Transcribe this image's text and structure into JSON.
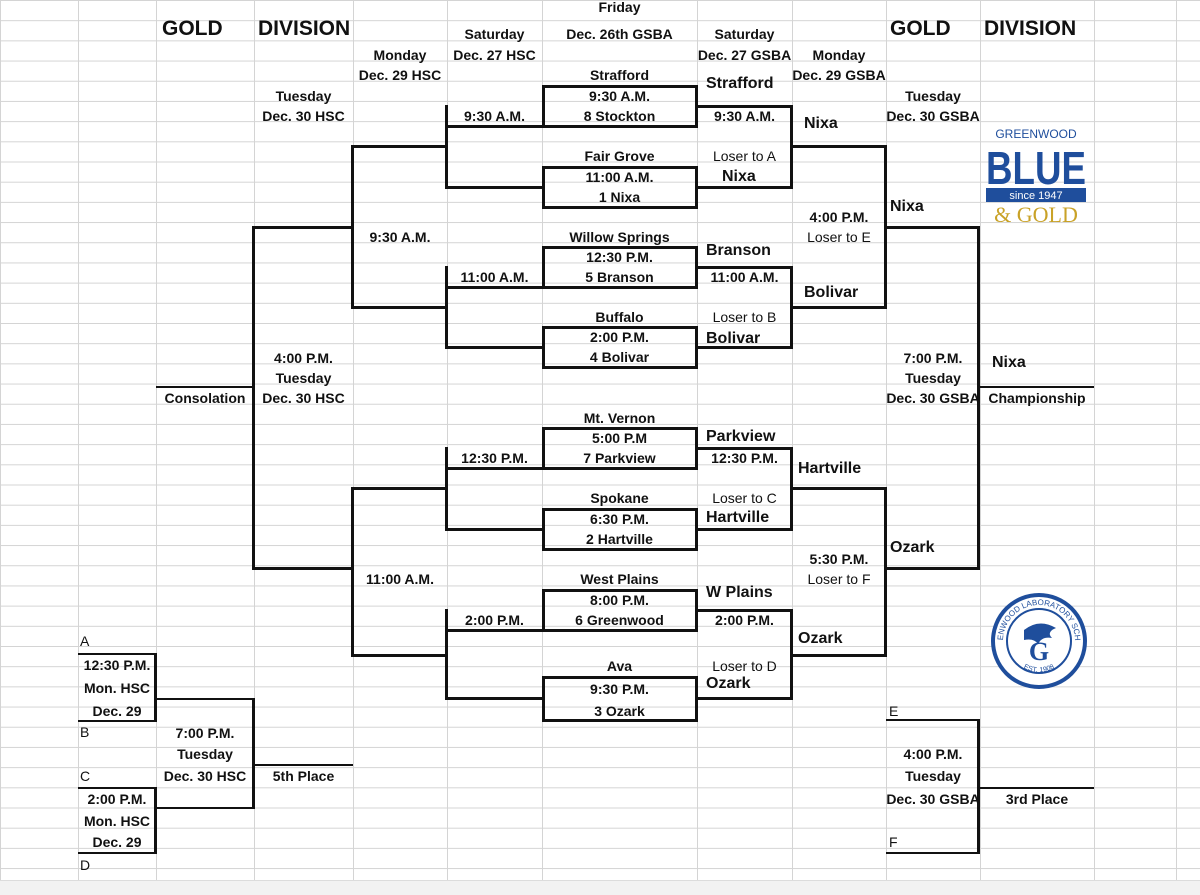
{
  "headers": {
    "gold_left": "GOLD",
    "division_left": "DIVISION",
    "gold_right": "GOLD",
    "division_right": "DIVISION",
    "friday": "Friday",
    "friday_date": "Dec. 26th GSBA",
    "sat_left": "Saturday",
    "sat_left_date": "Dec. 27 HSC",
    "sat_right": "Saturday",
    "sat_right_date": "Dec. 27 GSBA",
    "mon_left": "Monday",
    "mon_left_date": "Dec. 29 HSC",
    "mon_right": "Monday",
    "mon_right_date": "Dec. 29 GSBA",
    "tue_left": "Tuesday",
    "tue_left_date": "Dec. 30 HSC",
    "tue_right": "Tuesday",
    "tue_right_date": "Dec. 30 GSBA"
  },
  "first_round": [
    {
      "top": "Strafford",
      "time": "9:30 A.M.",
      "bottom": "8 Stockton",
      "winner": "Strafford"
    },
    {
      "top": "Fair Grove",
      "time": "11:00 A.M.",
      "bottom": "1 Nixa",
      "winner": "Nixa",
      "loser_note": "Loser to A"
    },
    {
      "top": "Willow Springs",
      "time": "12:30 P.M.",
      "bottom": "5 Branson",
      "winner": "Branson"
    },
    {
      "top": "Buffalo",
      "time": "2:00 P.M.",
      "bottom": "4 Bolivar",
      "winner": "Bolivar",
      "loser_note": "Loser to B"
    },
    {
      "top": "Mt. Vernon",
      "time": "5:00 P.M",
      "bottom": "7 Parkview",
      "winner": "Parkview"
    },
    {
      "top": "Spokane",
      "time": "6:30 P.M.",
      "bottom": "2 Hartville",
      "winner": "Hartville",
      "loser_note": "Loser to C"
    },
    {
      "top": "West Plains",
      "time": "8:00 P.M.",
      "bottom": "6 Greenwood",
      "winner": "W Plains"
    },
    {
      "top": "Ava",
      "time": "9:30 P.M.",
      "bottom": "3 Ozark",
      "winner": "Ozark",
      "loser_note": "Loser to D"
    }
  ],
  "right_bracket": {
    "qf_times": [
      "9:30 A.M.",
      "11:00 A.M.",
      "12:30 P.M.",
      "2:00 P.M."
    ],
    "qf_winners": [
      "Nixa",
      "Bolivar",
      "Hartville",
      "Ozark"
    ],
    "sf1_time": "4:00 P.M.",
    "sf1_loser": "Loser to E",
    "sf1_winner": "Nixa",
    "sf2_time": "5:30 P.M.",
    "sf2_loser": "Loser to F",
    "sf2_winner": "Ozark",
    "final_time": "7:00 P.M.",
    "final_day": "Tuesday",
    "final_date": "Dec. 30 GSBA",
    "champion": "Nixa",
    "championship_label": "Championship",
    "third_e": "E",
    "third_f": "F",
    "third_time": "4:00 P.M.",
    "third_day": "Tuesday",
    "third_date": "Dec. 30 GSBA",
    "third_label": "3rd Place"
  },
  "left_bracket": {
    "qf_times": [
      "9:30 A.M.",
      "11:00 A.M.",
      "12:30 P.M.",
      "2:00 P.M."
    ],
    "sf_times": [
      "9:30 A.M.",
      "11:00 A.M."
    ],
    "cons_time": "4:00 P.M.",
    "cons_day": "Tuesday",
    "cons_date": "Dec. 30 HSC",
    "cons_label": "Consolation",
    "a": "A",
    "b": "B",
    "c": "C",
    "d": "D",
    "ab_time": "12:30 P.M.",
    "ab_loc": "Mon. HSC",
    "ab_date": "Dec. 29",
    "cd_time": "2:00 P.M.",
    "cd_loc": "Mon. HSC",
    "cd_date": "Dec. 29",
    "fifth_time": "7:00 P.M.",
    "fifth_day": "Tuesday",
    "fifth_date": "Dec. 30 HSC",
    "fifth_label": "5th Place"
  },
  "logo": {
    "top": "GREENWOOD",
    "blue": "BLUE",
    "since": "since 1947",
    "gold": "& GOLD",
    "seal_text": "GREENWOOD LABORATORY SCHOOL",
    "seal_est": "EST. 1908",
    "blue_color": "#1f4e9c",
    "gold_color": "#c9a227"
  }
}
